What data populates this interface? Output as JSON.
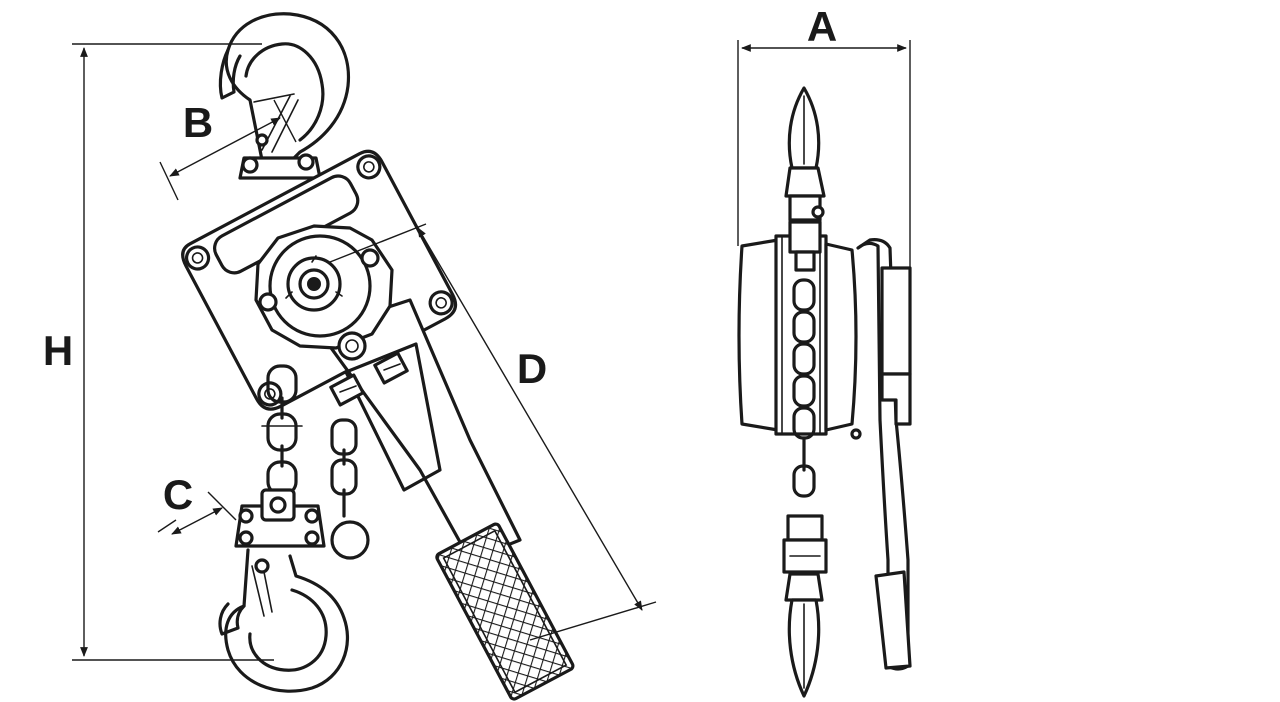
{
  "dimension_labels": {
    "A": "A",
    "B": "B",
    "C": "C",
    "D": "D",
    "H": "H"
  }
}
